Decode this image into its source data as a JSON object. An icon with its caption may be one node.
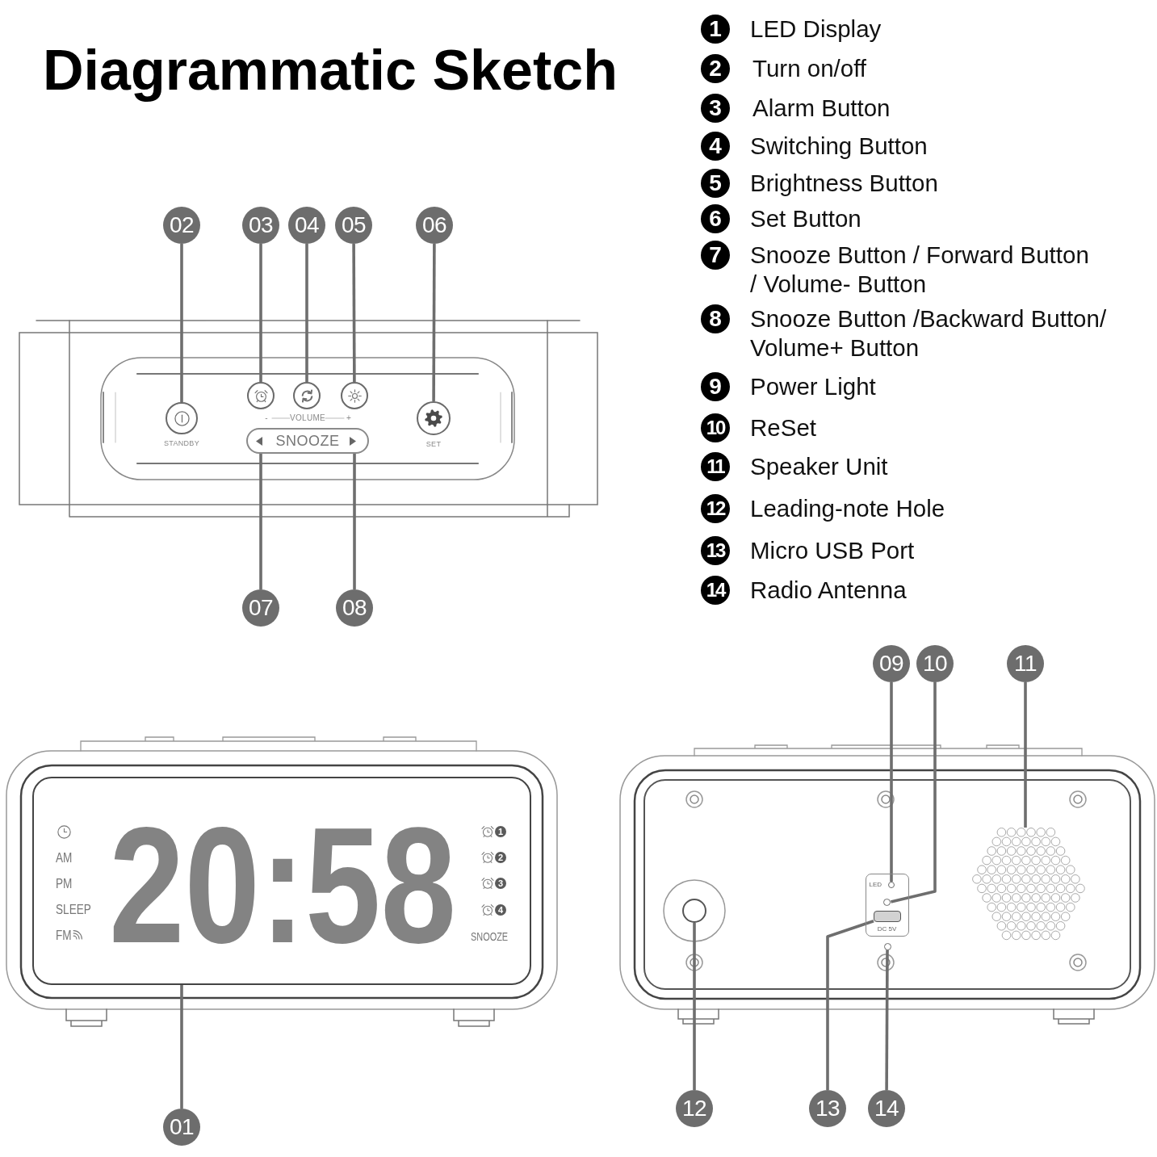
{
  "diagram": {
    "title": "Diagrammatic Sketch",
    "nodes": [
      {
        "text": [
          "02"
        ]
      },
      {
        "text": [
          "03"
        ]
      },
      {
        "text": [
          "04"
        ]
      },
      {
        "text": [
          "05"
        ]
      },
      {
        "text": [
          "06"
        ]
      },
      {
        "text": [],
        "shape": "circle",
        "beside": [
          "STANDBY"
        ]
      },
      {
        "text": [],
        "shape": "circle"
      },
      {
        "text": [],
        "shape": "circle"
      },
      {
        "text": [],
        "shape": "circle"
      },
      {
        "text": [],
        "shape": "circle",
        "beside": [
          "SET"
        ]
      },
      {
        "text": [
          "SNOOZE"
        ]
      },
      {
        "text": [
          "07"
        ]
      },
      {
        "text": [
          "08"
        ]
      },
      {
        "text": [
          "09"
        ]
      },
      {
        "text": [
          "10"
        ]
      },
      {
        "text": [
          "11"
        ]
      },
      {
        "text": [
          "AM",
          "PM",
          "SLEEP",
          "FM",
          "20:58",
          "1",
          "2",
          "3",
          "4",
          "SNOOZE"
        ]
      },
      {
        "text": [
          "LED",
          "DC 5V"
        ]
      },
      {
        "text": [],
        "shape": "circle",
        "in": 17
      },
      {
        "text": [],
        "shape": "circle",
        "in": 17
      },
      {
        "text": [],
        "shape": "box",
        "in": 17
      },
      {
        "text": [],
        "shape": "hexagon"
      },
      {
        "text": [],
        "shape": "circle"
      },
      {
        "text": [],
        "shape": "circle"
      },
      {
        "text": [
          "01"
        ]
      },
      {
        "text": [
          "12"
        ]
      },
      {
        "text": [
          "13"
        ]
      },
      {
        "text": [
          "14"
        ]
      }
    ],
    "edges": [
      {
        "from": 0,
        "to": 5,
        "arrow": "none"
      },
      {
        "from": 1,
        "to": 6,
        "arrow": "none"
      },
      {
        "from": 2,
        "to": 7,
        "arrow": "none"
      },
      {
        "from": 3,
        "to": 8,
        "arrow": "none"
      },
      {
        "from": 4,
        "to": 9,
        "arrow": "none"
      },
      {
        "from": 11,
        "to": 10,
        "arrow": "none"
      },
      {
        "from": 12,
        "to": 10,
        "arrow": "none"
      },
      {
        "from": 13,
        "to": 18,
        "arrow": "none"
      },
      {
        "from": 14,
        "to": 19,
        "arrow": "none"
      },
      {
        "from": 15,
        "to": 21,
        "arrow": "none"
      },
      {
        "from": 24,
        "to": 16,
        "arrow": "none"
      },
      {
        "from": 25,
        "to": 22,
        "arrow": "none"
      },
      {
        "from": 26,
        "to": 20,
        "arrow": "none"
      },
      {
        "from": 27,
        "to": 23,
        "arrow": "none"
      }
    ],
    "labels": [
      "1",
      "LED Display",
      "2",
      "Turn on/off",
      "3",
      "Alarm Button",
      "4",
      "Switching Button",
      "5",
      "Brightness Button",
      "6",
      "Set Button",
      "7",
      "Snooze Button / Forward Button / Volume- Button",
      "8",
      "Snooze Button /Backward Button/ Volume+ Button",
      "9",
      "Power Light",
      "10",
      "ReSet",
      "11",
      "Speaker Unit",
      "12",
      "Leading-note Hole",
      "13",
      "Micro USB Port",
      "14",
      "Radio Antenna",
      "-",
      "VOLUME",
      "+"
    ]
  }
}
